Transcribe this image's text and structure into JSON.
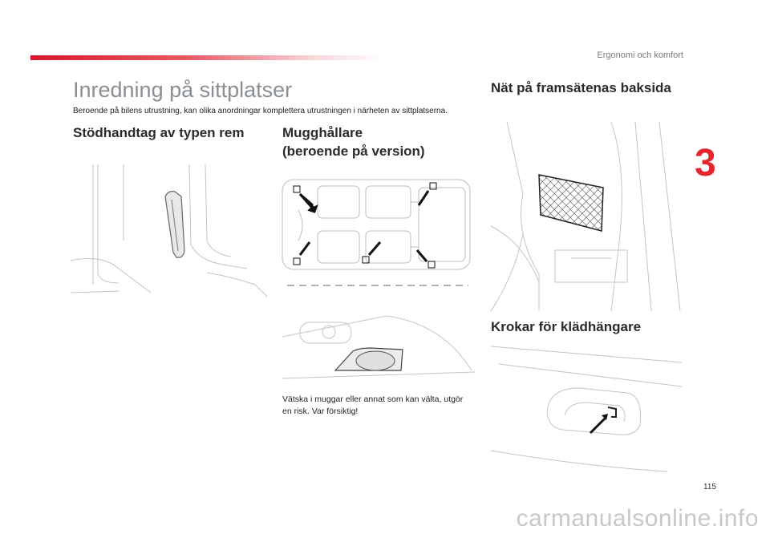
{
  "header": {
    "section_title": "Ergonomi och komfort",
    "chapter_number": "3",
    "accent_color": "#e5262f"
  },
  "page": {
    "title": "Inredning på sittplatser",
    "intro": "Beroende på bilens utrustning, kan olika anordningar komplettera utrustningen i närheten av sittplatserna.",
    "page_number": "115"
  },
  "sections": {
    "strap": {
      "title": "Stödhandtag av typen rem"
    },
    "cupholders": {
      "title_line1": "Mugghållare",
      "title_line2": "(beroende på version)",
      "caption": "Vätska i muggar eller annat som kan välta, utgör en risk. Var försiktig!"
    },
    "net": {
      "title": "Nät på framsätenas baksida"
    },
    "hooks": {
      "title": "Krokar för klädhängare"
    }
  },
  "watermark": "carmanualsonline.info"
}
